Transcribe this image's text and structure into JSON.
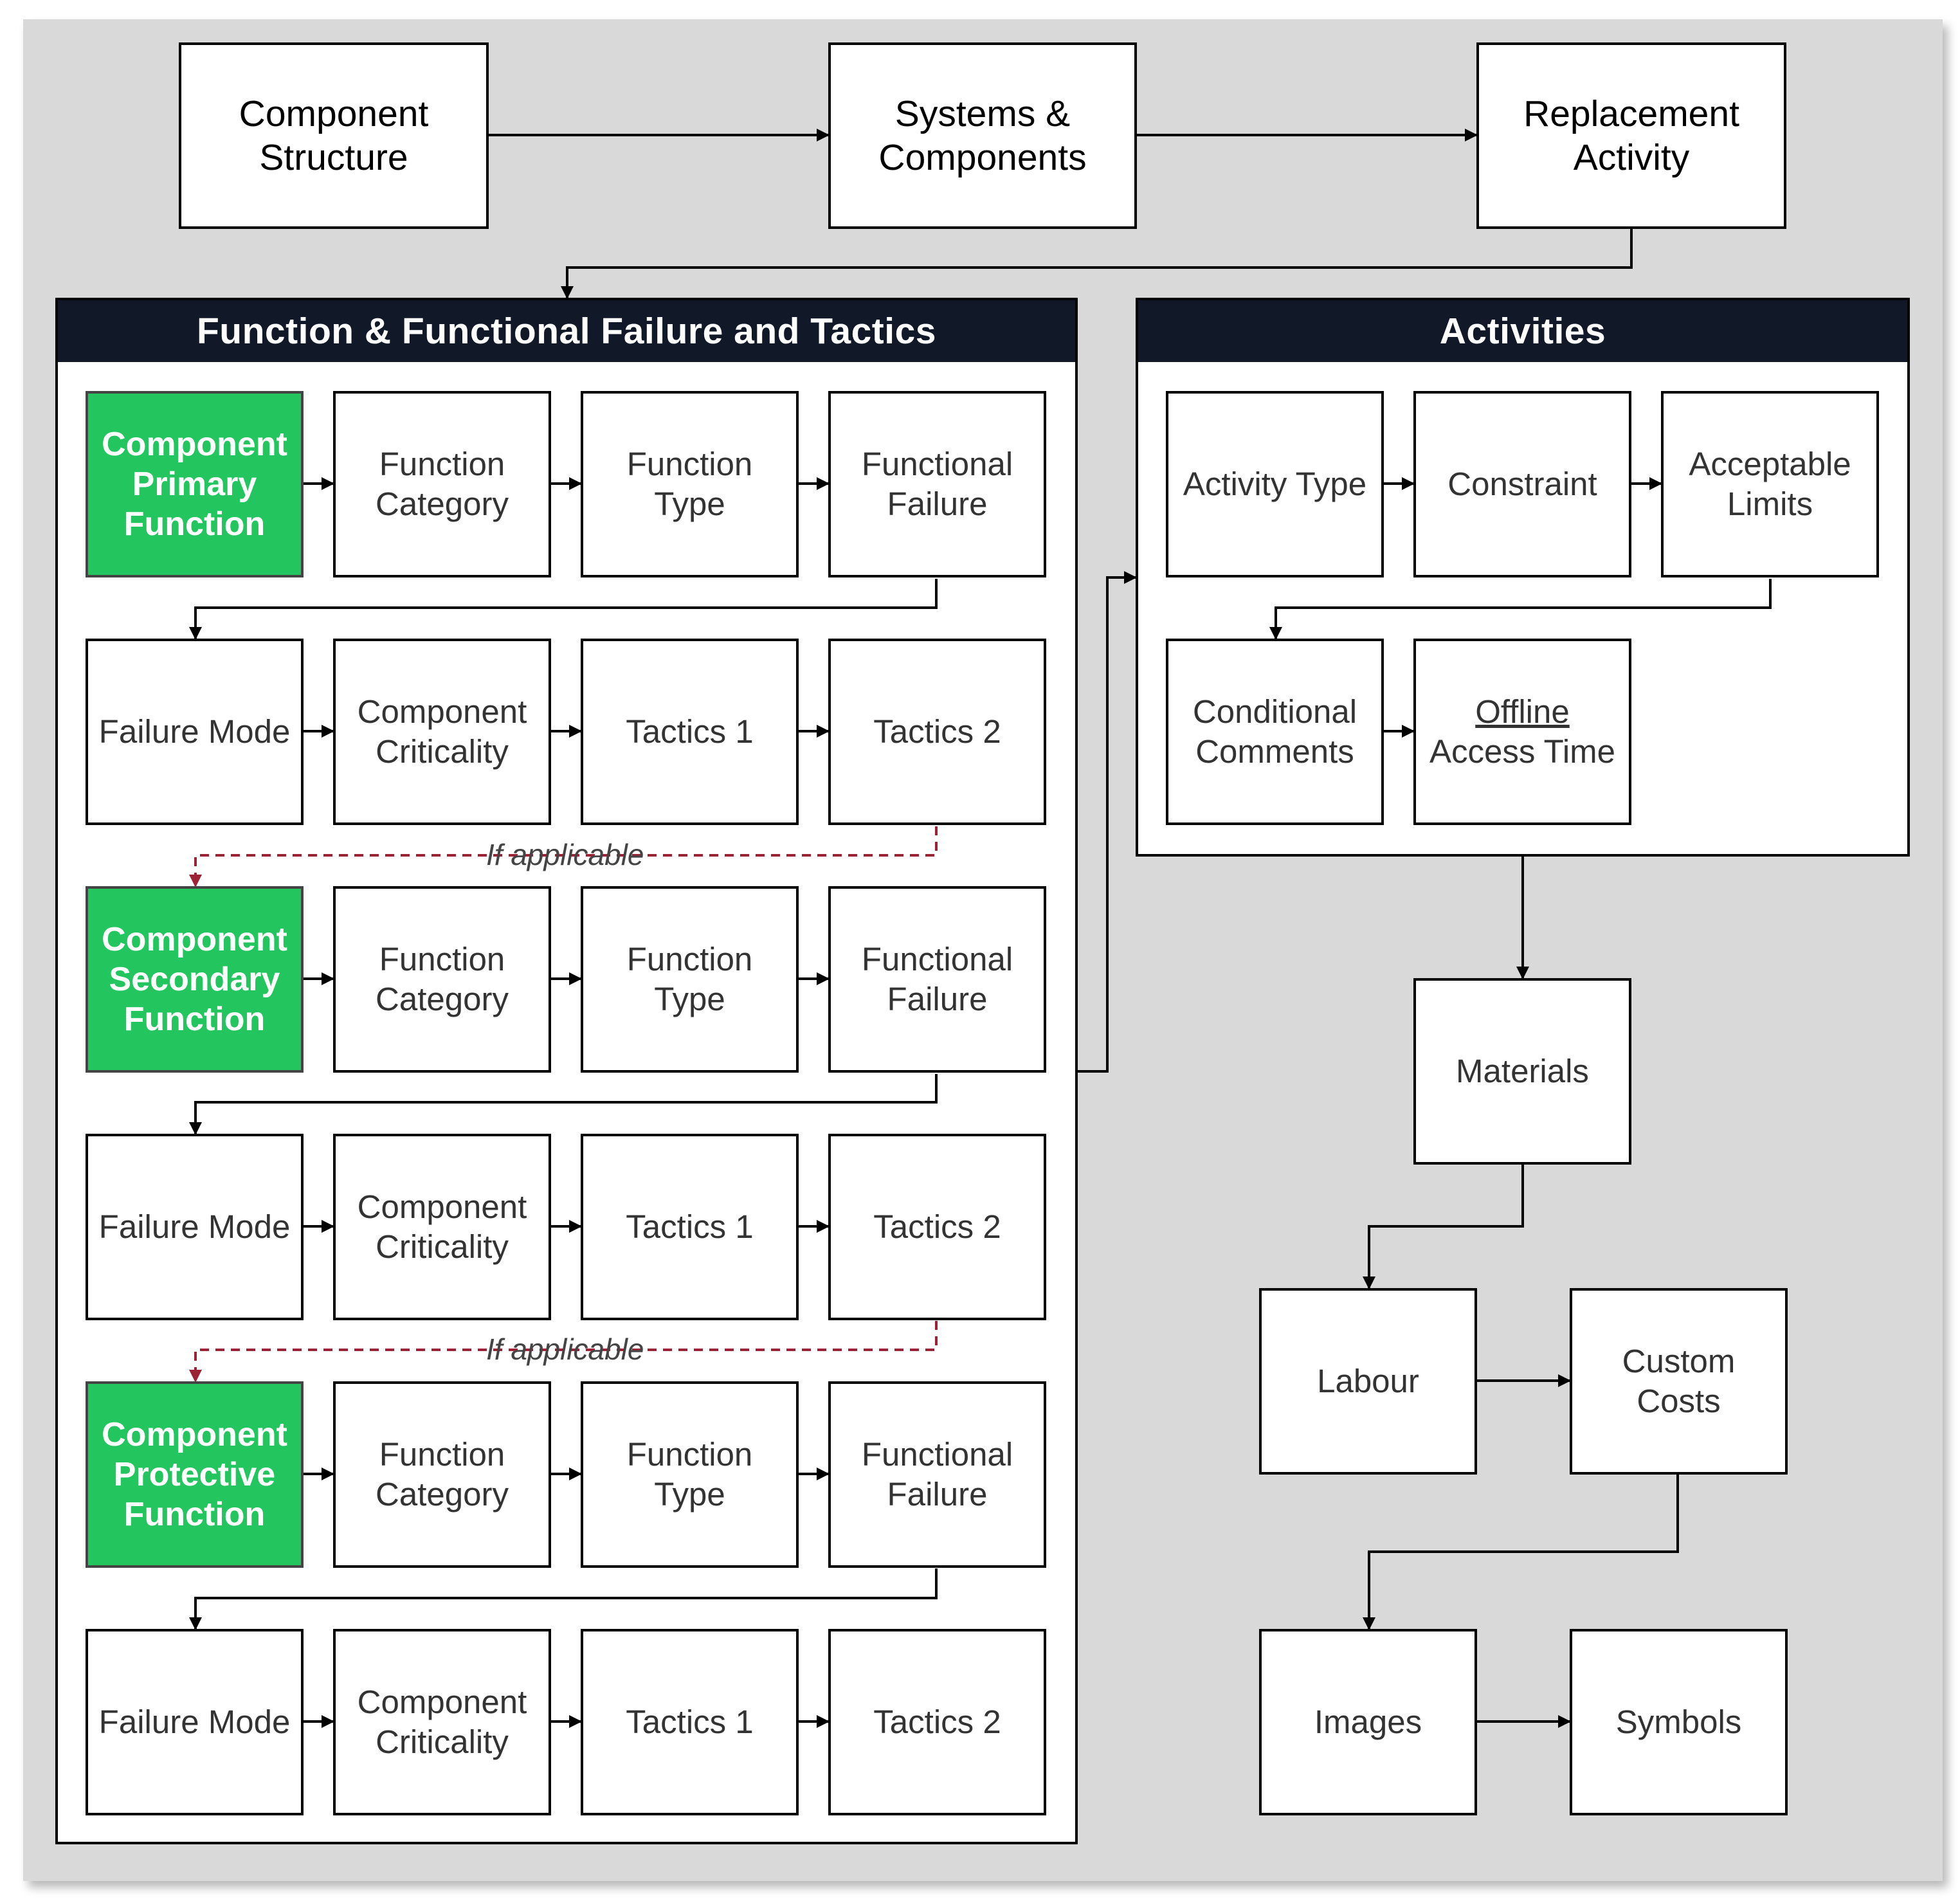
{
  "top_row": {
    "component_structure": "Component Structure",
    "systems_components": "Systems & Components",
    "replacement_activity": "Replacement Activity"
  },
  "function_panel": {
    "title": "Function & Functional Failure and Tactics",
    "primary": {
      "head": "Component Primary Function",
      "function_category": "Function Category",
      "function_type": "Function Type",
      "functional_failure": "Functional Failure",
      "failure_mode": "Failure Mode",
      "component_criticality": "Component Criticality",
      "tactics_1": "Tactics 1",
      "tactics_2": "Tactics 2"
    },
    "secondary": {
      "head": "Component Secondary Function",
      "function_category": "Function Category",
      "function_type": "Function Type",
      "functional_failure": "Functional Failure",
      "failure_mode": "Failure Mode",
      "component_criticality": "Component Criticality",
      "tactics_1": "Tactics 1",
      "tactics_2": "Tactics 2"
    },
    "protective": {
      "head": "Component Protective Function",
      "function_category": "Function Category",
      "function_type": "Function Type",
      "functional_failure": "Functional Failure",
      "failure_mode": "Failure Mode",
      "component_criticality": "Component Criticality",
      "tactics_1": "Tactics 1",
      "tactics_2": "Tactics 2"
    },
    "if_applicable_1": "If applicable",
    "if_applicable_2": "If applicable"
  },
  "activities_panel": {
    "title": "Activities",
    "activity_type": "Activity Type",
    "constraint": "Constraint",
    "acceptable_limits": "Acceptable Limits",
    "conditional_comments": "Conditional Comments",
    "offline": "Offline",
    "access_time": "Access Time"
  },
  "lower_flow": {
    "materials": "Materials",
    "labour": "Labour",
    "custom_costs": "Custom Costs",
    "images": "Images",
    "symbols": "Symbols"
  },
  "colors": {
    "background": "#d9d9d9",
    "panel_header": "#111827",
    "green": "#22c55e",
    "dashed": "#9b2335"
  }
}
